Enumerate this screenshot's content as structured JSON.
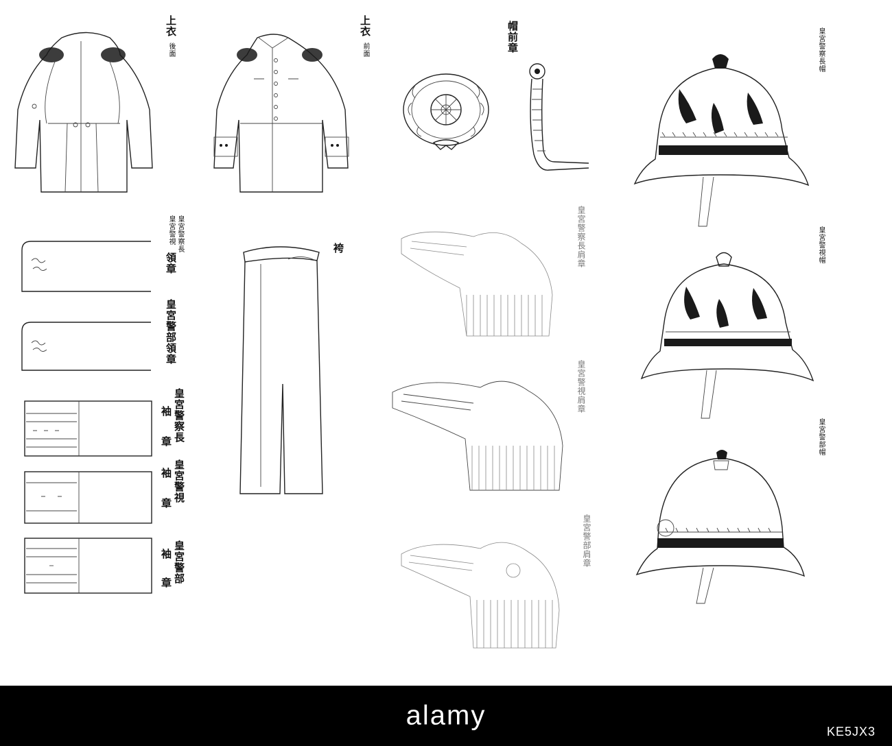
{
  "labels": {
    "tunic_back": "上衣",
    "tunic_back_sub": "後面",
    "tunic_front": "上衣",
    "tunic_front_sub": "前面",
    "cap_badge": "帽前章",
    "collar_badge_top_a": "皇宮警察長",
    "collar_badge_top_b": "皇宮警視",
    "collar_badge_top_c": "領章",
    "collar_badge_bottom": "皇宮警部領章",
    "trousers": "袴",
    "sleeve_chief_a": "袖",
    "sleeve_chief_b": "皇宮警察長",
    "sleeve_chief_c": "章",
    "sleeve_superintendent_a": "袖",
    "sleeve_superintendent_b": "皇宮警視",
    "sleeve_superintendent_c": "章",
    "sleeve_inspector_a": "袖",
    "sleeve_inspector_b": "皇宮警部",
    "sleeve_inspector_c": "章",
    "epaulette_chief": "皇宮警察長肩章",
    "epaulette_superintendent": "皇宮警視肩章",
    "epaulette_inspector": "皇宮警部肩章",
    "helmet_chief": "皇宮警察長帽",
    "helmet_superintendent": "皇宮警視帽",
    "helmet_inspector": "皇宮警部帽"
  },
  "footer": {
    "brand": "alamy",
    "stock_id": "KE5JX3"
  },
  "colors": {
    "ink": "#111111",
    "paper": "#ffffff",
    "footer_bg": "#000000",
    "footer_text": "#ffffff"
  }
}
